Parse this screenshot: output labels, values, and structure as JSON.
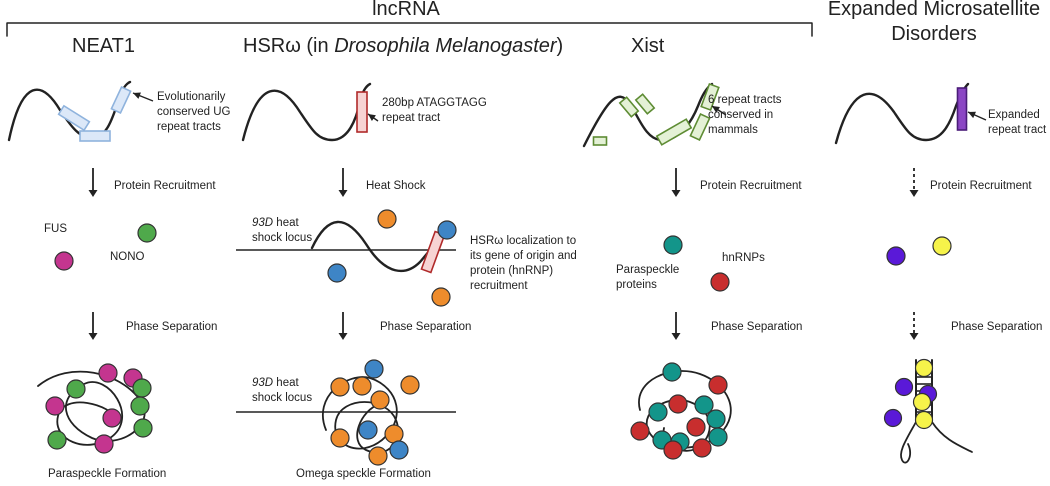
{
  "top": {
    "lncrna": "lncRNA",
    "expanded_line1": "Expanded Microsatellite",
    "expanded_line2": "Disorders"
  },
  "panels": {
    "neat1": {
      "title": "NEAT1",
      "note_lines": [
        "Evolutionarily",
        "conserved UG",
        "repeat tracts"
      ],
      "step1": "Protein Recruitment",
      "protein_a": "FUS",
      "protein_b": "NONO",
      "step2": "Phase Separation",
      "result": "Paraspeckle Formation"
    },
    "hsromega": {
      "title_prefix": "HSRω (in ",
      "title_italic": "Drosophila Melanogaster",
      "title_suffix": ")",
      "note_lines": [
        "280bp ATAGGTAGG",
        "repeat tract"
      ],
      "step1": "Heat Shock",
      "locus_italic": "93D",
      "locus_line1_rest": " heat",
      "locus_line2": "shock locus",
      "loc_lines": [
        "HSRω localization to",
        "its gene of origin and",
        "protein (hnRNP)",
        "recruitment"
      ],
      "step2": "Phase Separation",
      "result": "Omega speckle Formation"
    },
    "xist": {
      "title": "Xist",
      "note_lines": [
        "6 repeat tracts",
        "conserved in",
        "mammals"
      ],
      "step1": "Protein Recruitment",
      "protein_a_lines": [
        "Paraspeckle",
        "proteins"
      ],
      "protein_b": "hnRNPs",
      "step2": "Phase Separation"
    },
    "expanded": {
      "note_lines": [
        "Expanded",
        "repeat tract"
      ],
      "step1": "Protein Recruitment",
      "step2": "Phase Separation"
    }
  },
  "colors": {
    "line": "#222222",
    "neat1_repeat_fill": "#dce8f8",
    "neat1_repeat_stroke": "#8fb3dd",
    "hsr_repeat_fill": "#f7d3d3",
    "hsr_repeat_stroke": "#b02a2a",
    "xist_repeat_fill": "#e4f1d6",
    "xist_repeat_stroke": "#5e8c34",
    "expanded_repeat_fill": "#8b46c4",
    "expanded_repeat_stroke": "#4a1c78",
    "fus": "#c4358f",
    "nono": "#4fa94b",
    "hsr_orange": "#ee8c2c",
    "hsr_blue": "#3e85c6",
    "teal": "#13958a",
    "red": "#c82e2e",
    "purple": "#5a19d8",
    "yellow": "#f6f34a"
  }
}
